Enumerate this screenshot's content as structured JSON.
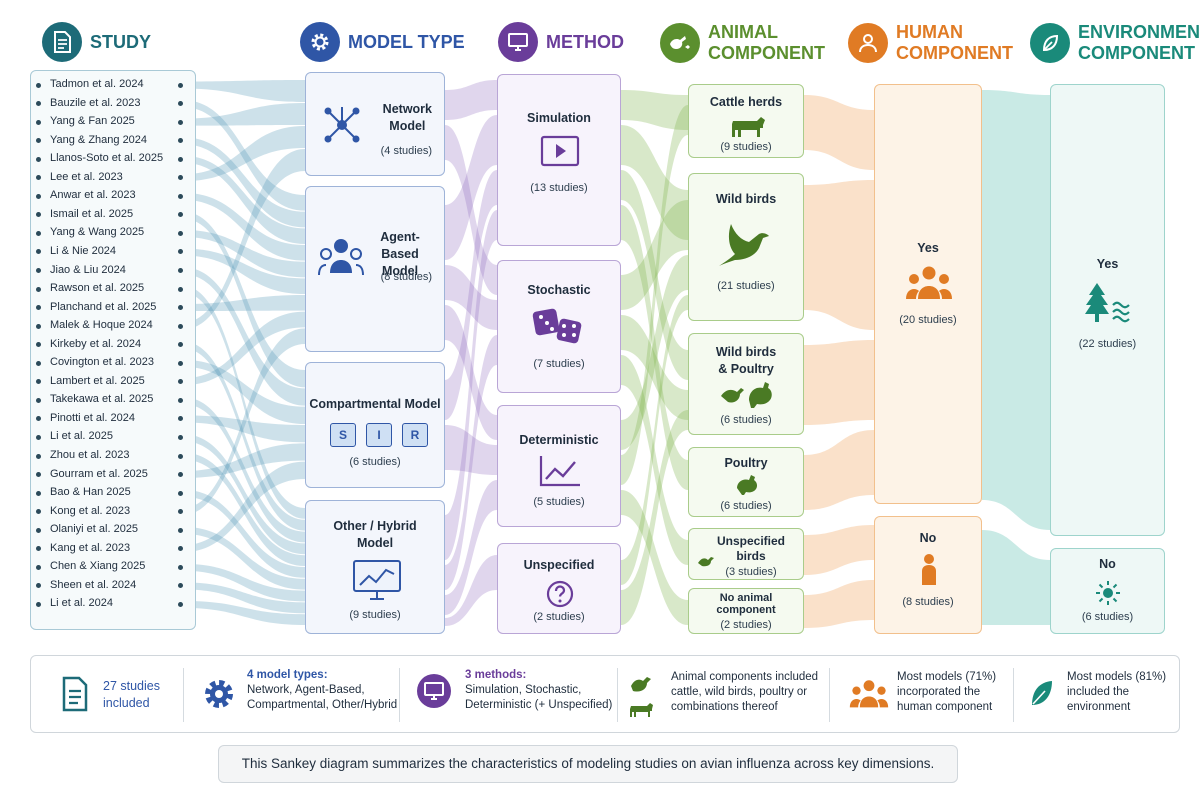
{
  "headers": {
    "study": "STUDY",
    "model_type": "MODEL TYPE",
    "method": "METHOD",
    "animal_line1": "ANIMAL",
    "animal_line2": "COMPONENT",
    "human_line1": "HUMAN",
    "human_line2": "COMPONENT",
    "environment_line1": "ENVIRONMENT",
    "environment_line2": "COMPONENT"
  },
  "colors": {
    "study": "#1d6b78",
    "model": "#2f56a6",
    "method": "#6a3d9a",
    "animal": "#5b8f2e",
    "human": "#e07b24",
    "environment": "#1a8a7a"
  },
  "studies": [
    "Tadmon et al. 2024",
    "Bauzile et al. 2023",
    "Yang & Fan 2025",
    "Yang & Zhang 2024",
    "Llanos-Soto et al. 2025",
    "Lee et al. 2023",
    "Anwar et al. 2023",
    "Ismail et al. 2025",
    "Yang & Wang 2025",
    "Li & Nie 2024",
    "Jiao & Liu 2024",
    "Rawson et al. 2025",
    "Planchand et al. 2025",
    "Malek & Hoque 2024",
    "Kirkeby et al. 2024",
    "Covington et al. 2023",
    "Lambert et al. 2025",
    "Takekawa et al. 2025",
    "Pinotti et al. 2024",
    "Li et al. 2025",
    "Zhou et al. 2023",
    "Gourram et al. 2025",
    "Bao & Han 2025",
    "Kong et al. 2023",
    "Olaniyi et al. 2025",
    "Kang et al. 2023",
    "Chen & Xiang 2025",
    "Sheen et al. 2024",
    "Li et al. 2024"
  ],
  "model_types": [
    {
      "label_line1": "Network",
      "label_line2": "Model",
      "count": "(4 studies)",
      "icon": "network-icon"
    },
    {
      "label_line1": "Agent-Based",
      "label_line2": "Model",
      "count": "(8 studies)",
      "icon": "people-icon"
    },
    {
      "label_line1": "Compartmental Model",
      "label_line2": "",
      "count": "(6 studies)",
      "icon": "sir-icon",
      "sir": [
        "S",
        "I",
        "R"
      ]
    },
    {
      "label_line1": "Other /  Hybrid",
      "label_line2": "Model",
      "count": "(9 studies)",
      "icon": "monitor-chart-icon"
    }
  ],
  "methods": [
    {
      "label": "Simulation",
      "count": "(13 studies)",
      "icon": "play-icon"
    },
    {
      "label": "Stochastic",
      "count": "(7 studies)",
      "icon": "dice-icon"
    },
    {
      "label": "Deterministic",
      "count": "(5 studies)",
      "icon": "line-chart-icon"
    },
    {
      "label": "Unspecified",
      "count": "(2 studies)",
      "icon": "question-icon"
    }
  ],
  "animals": [
    {
      "label_line1": "Cattle herds",
      "label_line2": "",
      "count": "(9 studies)",
      "icon": "cow-icon"
    },
    {
      "label_line1": "Wild birds",
      "label_line2": "",
      "count": "(21 studies)",
      "icon": "bird-icon"
    },
    {
      "label_line1": "Wild birds",
      "label_line2": "& Poultry",
      "count": "(6 studies)",
      "icon": "bird-chicken-icon"
    },
    {
      "label_line1": "Poultry",
      "label_line2": "",
      "count": "(6 studies)",
      "icon": "chicken-icon"
    },
    {
      "label_line1": "Unspecified",
      "label_line2": "birds",
      "count": "(3 studies)",
      "icon": "small-bird-icon"
    },
    {
      "label_line1": "No animal",
      "label_line2": "component",
      "count": "(2 studies)",
      "icon": ""
    }
  ],
  "human": [
    {
      "label": "Yes",
      "count": "(20 studies)",
      "icon": "group-icon"
    },
    {
      "label": "No",
      "count": "(8 studies)",
      "icon": "person-icon"
    }
  ],
  "environment": [
    {
      "label": "Yes",
      "count": "(22 studies)",
      "icon": "tree-water-icon"
    },
    {
      "label": "No",
      "count": "(6 studies)",
      "icon": "sun-icon"
    }
  ],
  "summary": [
    {
      "title": "27 studies",
      "text": "included",
      "icon": "document-icon"
    },
    {
      "title": "4 model types:",
      "text": "Network, Agent-Based,|Compartmental, Other/Hybrid",
      "icon": "gear-icon"
    },
    {
      "title": "3 methods:",
      "text": "Simulation, Stochastic,|Deterministic (+ Unspecified)",
      "icon": "monitor-icon"
    },
    {
      "title": "",
      "text": "Animal components included|cattle, wild birds, poultry or|combinations thereof",
      "icon": "animals-icon"
    },
    {
      "title": "",
      "text": "Most models (71%)|incorporated the|human component",
      "icon": "group-icon"
    },
    {
      "title": "",
      "text": "Most models (81%)|included the|environment",
      "icon": "leaf-icon"
    }
  ],
  "caption": "This Sankey diagram summarizes the characteristics of modeling studies on avian influenza across key dimensions."
}
